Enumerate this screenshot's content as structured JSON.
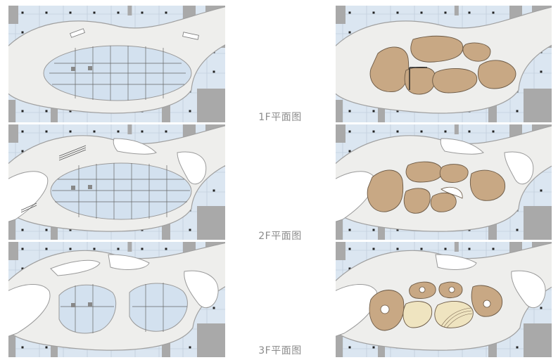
{
  "floors": [
    {
      "label": "1F平面图"
    },
    {
      "label": "2F平面图"
    },
    {
      "label": "3F平面图"
    }
  ],
  "colors": {
    "background": "#ffffff",
    "surrounding_blocks": "#dbe6f1",
    "walkway": "#eeeeec",
    "atrium_void": "#d3e1ef",
    "timber_pod": "#c8a884",
    "pale_pod": "#efe4c0",
    "wall_gray": "#a9a9a9",
    "caption_text": "#8c8c8c"
  }
}
